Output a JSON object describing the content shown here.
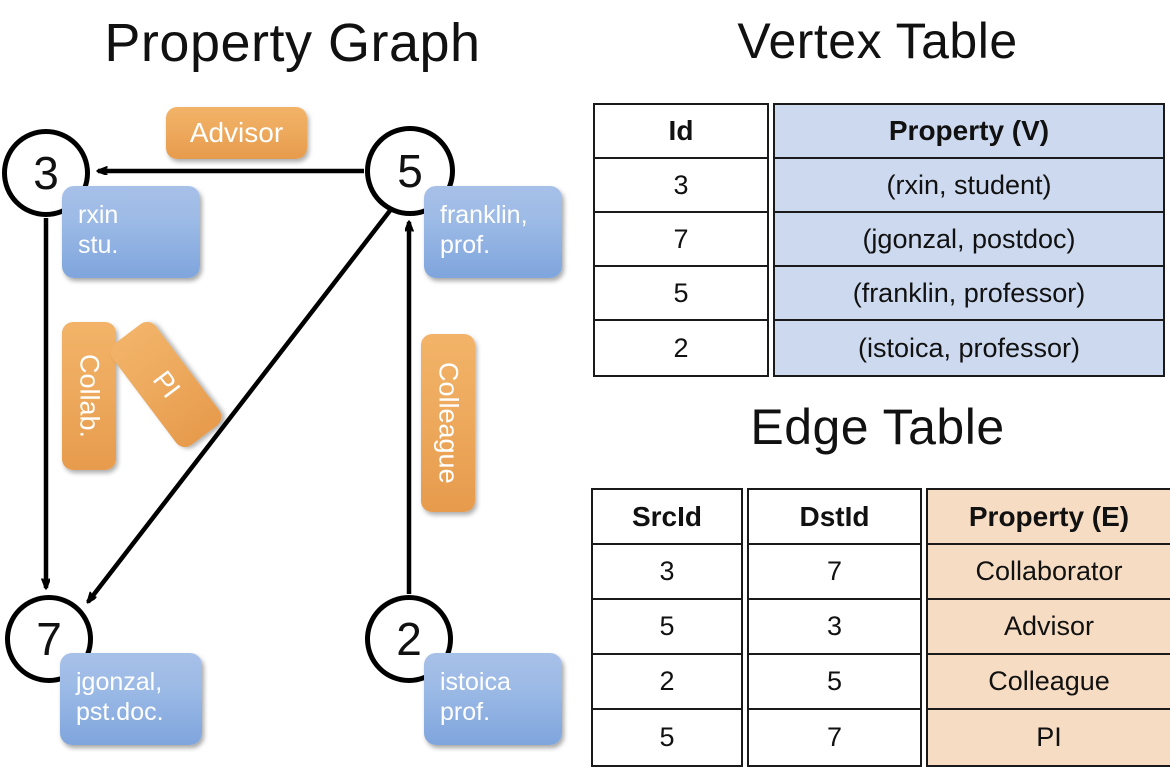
{
  "titles": {
    "property_graph": "Property Graph",
    "vertex_table": "Vertex Table",
    "edge_table": "Edge Table"
  },
  "colors": {
    "vertex_property_fill": "#ccd9ee",
    "edge_property_fill": "#f6dcc3",
    "node_box_blue": "#9dbbe6",
    "edge_label_orange": "#eeab5f",
    "stroke": "#000000",
    "background": "#ffffff"
  },
  "graph": {
    "nodes": [
      {
        "id": "3",
        "property_line1": "rxin",
        "property_line2": "stu."
      },
      {
        "id": "5",
        "property_line1": "franklin,",
        "property_line2": "prof."
      },
      {
        "id": "7",
        "property_line1": "jgonzal,",
        "property_line2": "pst.doc."
      },
      {
        "id": "2",
        "property_line1": "istoica",
        "property_line2": "prof."
      }
    ],
    "edge_labels": [
      {
        "name": "advisor",
        "text": "Advisor",
        "orientation": "horizontal"
      },
      {
        "name": "collab",
        "text": "Collab.",
        "orientation": "vertical"
      },
      {
        "name": "pi",
        "text": "PI",
        "orientation": "rotated"
      },
      {
        "name": "colleague",
        "text": "Colleague",
        "orientation": "vertical"
      }
    ],
    "edges": [
      {
        "src": "5",
        "dst": "3",
        "label": "Advisor"
      },
      {
        "src": "3",
        "dst": "7",
        "label": "Collab."
      },
      {
        "src": "5",
        "dst": "7",
        "label": "PI"
      },
      {
        "src": "2",
        "dst": "5",
        "label": "Colleague"
      }
    ]
  },
  "vertex_table": {
    "headers": [
      "Id",
      "Property (V)"
    ],
    "rows": [
      {
        "id": "3",
        "property": "(rxin, student)"
      },
      {
        "id": "7",
        "property": "(jgonzal, postdoc)"
      },
      {
        "id": "5",
        "property": "(franklin, professor)"
      },
      {
        "id": "2",
        "property": "(istoica, professor)"
      }
    ]
  },
  "edge_table": {
    "headers": [
      "SrcId",
      "DstId",
      "Property (E)"
    ],
    "rows": [
      {
        "src": "3",
        "dst": "7",
        "property": "Collaborator"
      },
      {
        "src": "5",
        "dst": "3",
        "property": "Advisor"
      },
      {
        "src": "2",
        "dst": "5",
        "property": "Colleague"
      },
      {
        "src": "5",
        "dst": "7",
        "property": "PI"
      }
    ]
  }
}
